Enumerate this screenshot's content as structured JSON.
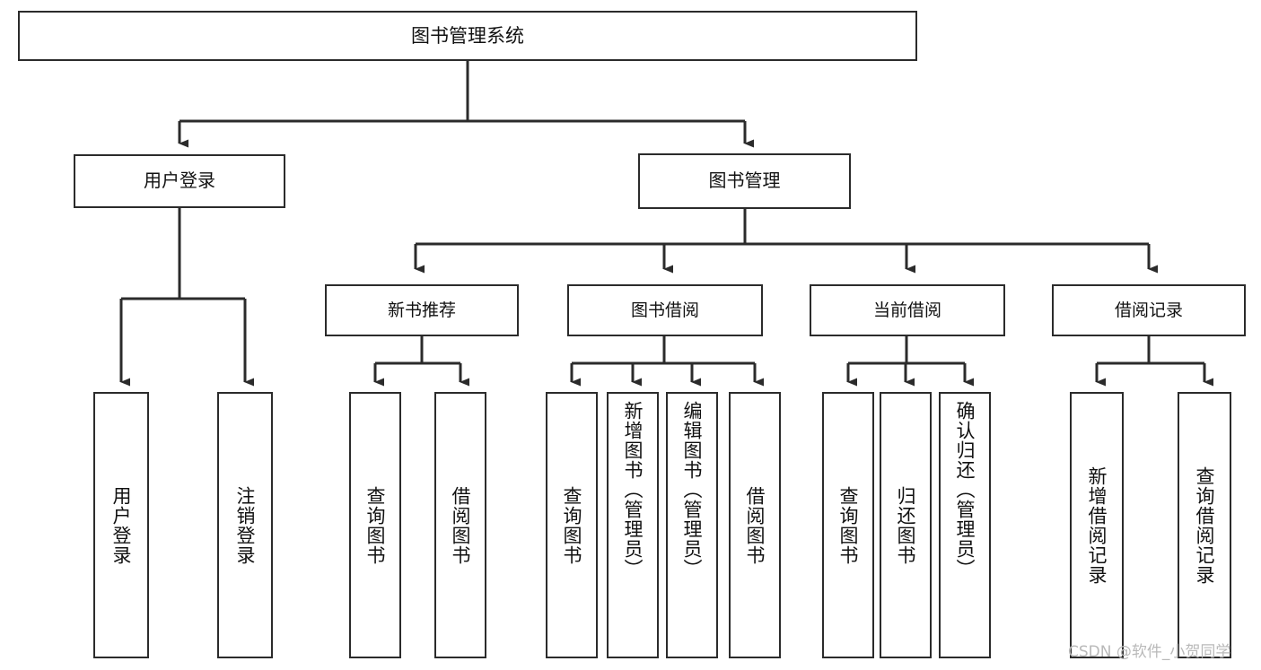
{
  "diagram": {
    "type": "tree",
    "title": "图书管理系统",
    "watermark": "CSDN @软件_小贺同学",
    "colors": {
      "box_border": "#2b2b2b",
      "box_fill": "#ffffff",
      "edge": "#2b2b2b",
      "text": "#111111",
      "watermark": "#b9b9b9",
      "background": "#ffffff"
    },
    "root": {
      "id": "root",
      "label": "图书管理系统"
    },
    "level1": [
      {
        "id": "user-login",
        "label": "用户登录"
      },
      {
        "id": "book-manage",
        "label": "图书管理"
      }
    ],
    "level2": [
      {
        "id": "new-book-recommend",
        "label": "新书推荐",
        "parent": "book-manage"
      },
      {
        "id": "book-borrow",
        "label": "图书借阅",
        "parent": "book-manage"
      },
      {
        "id": "current-borrow",
        "label": "当前借阅",
        "parent": "book-manage"
      },
      {
        "id": "borrow-record",
        "label": "借阅记录",
        "parent": "book-manage"
      }
    ],
    "leaves": [
      {
        "id": "leaf-user-login",
        "label": "用户登录",
        "parent": "user-login"
      },
      {
        "id": "leaf-logout",
        "label": "注销登录",
        "parent": "user-login"
      },
      {
        "id": "leaf-query-book-1",
        "label": "查询图书",
        "parent": "new-book-recommend"
      },
      {
        "id": "leaf-borrow-book-1",
        "label": "借阅图书",
        "parent": "new-book-recommend"
      },
      {
        "id": "leaf-query-book-2",
        "label": "查询图书",
        "parent": "book-borrow"
      },
      {
        "id": "leaf-add-book",
        "label": "新增图书（管理员）",
        "parent": "book-borrow"
      },
      {
        "id": "leaf-edit-book",
        "label": "编辑图书（管理员）",
        "parent": "book-borrow"
      },
      {
        "id": "leaf-borrow-book-2",
        "label": "借阅图书",
        "parent": "book-borrow"
      },
      {
        "id": "leaf-query-book-3",
        "label": "查询图书",
        "parent": "current-borrow"
      },
      {
        "id": "leaf-return-book",
        "label": "归还图书",
        "parent": "current-borrow"
      },
      {
        "id": "leaf-confirm-return",
        "label": "确认归还（管理员）",
        "parent": "current-borrow"
      },
      {
        "id": "leaf-add-record",
        "label": "新增借阅记录",
        "parent": "borrow-record"
      },
      {
        "id": "leaf-query-record",
        "label": "查询借阅记录",
        "parent": "borrow-record"
      }
    ]
  }
}
